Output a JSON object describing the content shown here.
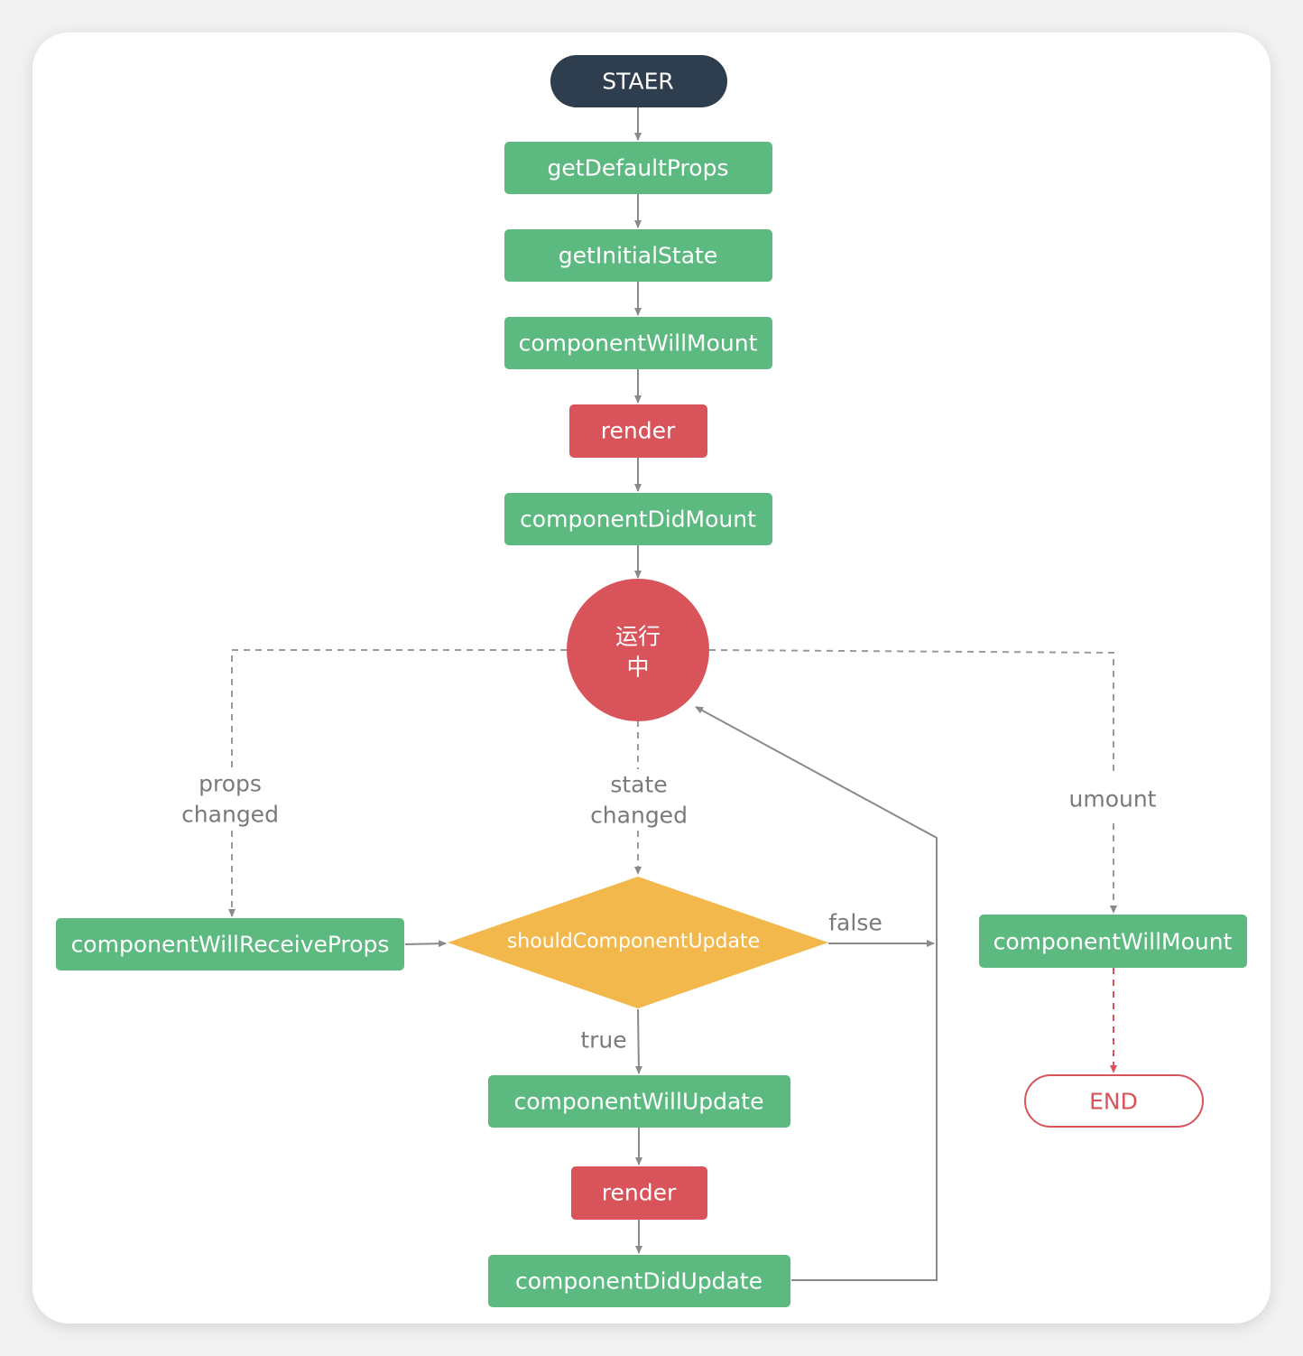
{
  "colors": {
    "green": "#5cba80",
    "red": "#d9535b",
    "dark": "#2f3e4e",
    "yellow": "#f2b84b"
  },
  "nodes": {
    "start": "STAER",
    "get_default_props": "getDefaultProps",
    "get_initial_state": "getInitialState",
    "component_will_mount": "componentWillMount",
    "render_1": "render",
    "component_did_mount": "componentDidMount",
    "running_line1": "运行",
    "running_line2": "中",
    "component_will_receive_props": "componentWillReceiveProps",
    "should_component_update": "shouldComponentUpdate",
    "component_will_update": "componentWillUpdate",
    "render_2": "render",
    "component_did_update": "componentDidUpdate",
    "component_will_mount_unmount": "componentWillMount",
    "end": "END"
  },
  "edge_labels": {
    "props_changed_line1": "props",
    "props_changed_line2": "changed",
    "state_changed_line1": "state",
    "state_changed_line2": "changed",
    "umount": "umount",
    "false": "false",
    "true": "true"
  }
}
